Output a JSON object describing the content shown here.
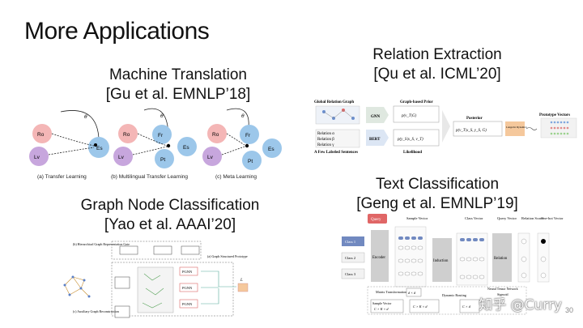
{
  "slide": {
    "title": "More Applications",
    "page_number": "30",
    "watermark": "知乎 @Curry"
  },
  "machine_translation": {
    "title": "Machine Translation",
    "citation": "[Gu et al. EMNLP’18]",
    "theta": "θ",
    "panels": [
      {
        "caption": "(a) Transfer Learning",
        "nodes": [
          "Ro",
          "Lv",
          "Es"
        ]
      },
      {
        "caption": "(b) Multilingual Transfer Learning",
        "nodes": [
          "Ro",
          "Lv",
          "Fr",
          "Es",
          "Pt"
        ]
      },
      {
        "caption": "(c) Meta Learning",
        "nodes": [
          "Ro",
          "Lv",
          "Fr",
          "Es",
          "Pt"
        ]
      }
    ]
  },
  "relation_extraction": {
    "title": "Relation Extraction",
    "citation": "[Qu et al. ICML’20]",
    "labels": {
      "global_graph": "Global Relation Graph",
      "few_sentences": "A Few Labeled Sentences",
      "gnn": "GNN",
      "bert": "BERT",
      "prior_head": "Graph-based Prior",
      "prior": "p(v_T|G)",
      "likelihood_formula": "p(y_S|x_S, v_T)",
      "likelihood": "Likelihood",
      "posterior_head": "Posterior",
      "posterior": "p(v_T|x_S, y_S, G)",
      "langevin": "Langevin Dynamics",
      "prototype": "Prototype Vectors",
      "relations": [
        "Relation α",
        "Relation β",
        "Relation γ"
      ]
    }
  },
  "graph_node_classification": {
    "title": "Graph Node Classification",
    "citation": "[Yao et al. AAAI’20]",
    "labels": {
      "hier_gate": "(b) Hierarchical Graph Representation Gate",
      "structured": "(a) Graph Structured Prototype",
      "auxiliary": "(c) Auxiliary Graph Reconstruction",
      "pgnn": "PGNN",
      "loss": "L"
    }
  },
  "text_classification": {
    "title": "Text Classification",
    "citation": "[Geng et al. EMNLP’19]",
    "labels": {
      "query": "Query",
      "sample_vector": "Sample Vector",
      "class_vector": "Class Vector",
      "query_vector": "Query Vector",
      "relation_score": "Relation Score",
      "one_hot": "One-hot Vector",
      "encoder": "Encoder",
      "induction": "Induction",
      "relation": "Relation",
      "classes": [
        "Class 1",
        "Class 2",
        "Class 3"
      ],
      "matrix": "Matrix Transformation",
      "dxd": "d × d",
      "dynamic": "Dynamic Routing",
      "ntn": "Neural Tensor Network",
      "sigmoid": "Sigmoid",
      "ckd1": "C × K × d",
      "ckd2": "C × K × d",
      "cxd": "C × d"
    }
  }
}
